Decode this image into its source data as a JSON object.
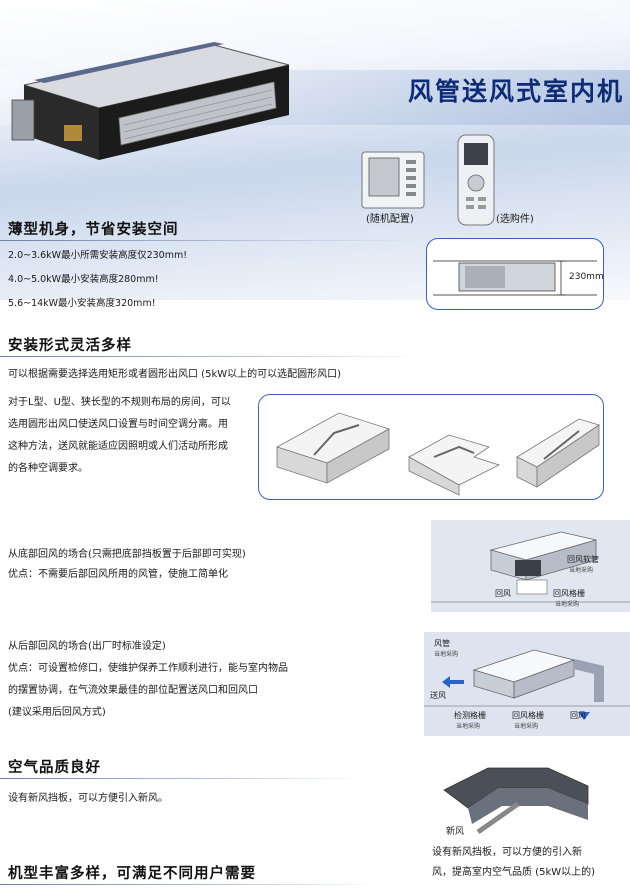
{
  "header": {
    "title": "风管送风式室内机"
  },
  "controllers": {
    "wired_caption": "(随机配置)",
    "remote_caption": "(选购件)"
  },
  "section_thin": {
    "heading": "薄型机身，节省安装空间",
    "lines": [
      "2.0~3.6kW最小所需安装高度仅230mm!",
      "4.0~5.0kW最小安装高度280mm!",
      "5.6~14kW最小安装高度320mm!"
    ],
    "dim_label": "230mm"
  },
  "section_install": {
    "heading": "安装形式灵活多样",
    "intro": "可以根据需要选择选用矩形或者圆形出风口 (5kW以上的可以选配圆形风口)",
    "para": [
      "对于L型、U型、狭长型的不规则布局的房间，可以",
      "选用圆形出风口使送风口设置与时间空调分离。用",
      "这种方法，送风就能适应因照明或人们活动所形成",
      "的各种空调要求。"
    ]
  },
  "bottom_return": {
    "line1": "从底部回风的场合(只需把底部挡板置于后部即可实现)",
    "line2": "优点：不需要后部回风所用的风管，使施工简单化",
    "fig_labels": {
      "soft_duct": "回风软管",
      "soft_duct_sub": "当地采购",
      "return_air": "回风",
      "grille": "回风格栅",
      "grille_sub": "当地采购"
    }
  },
  "rear_return": {
    "line1": "从后部回风的场合(出厂时标准设定)",
    "line2": "优点：可设置检修口，使维护保养工作顺利进行，能与室内物品",
    "line3": "的摆置协调，在气流效果最佳的部位配置送风口和回风口",
    "line4": "(建议采用后回风方式)",
    "fig_labels": {
      "duct": "风管",
      "duct_sub": "当地采购",
      "supply_air": "送风",
      "inspection_grille": "检测格栅",
      "inspection_sub": "当地采购",
      "return_grille": "回风格栅",
      "return_grille_sub": "当地采购",
      "return_air": "回风"
    }
  },
  "section_air": {
    "heading": "空气品质良好",
    "text": "设有新风挡板，可以方便引入新风。",
    "fig_label": "新风",
    "caption_line1": "设有新风挡板，可以方便的引入新",
    "caption_line2": "风，提高室内空气品质 (5kW以上的)"
  },
  "section_models": {
    "heading": "机型丰富多样，可满足不同用户需要"
  },
  "colors": {
    "title": "#0e2c76",
    "panel_border": "#3a5fc2",
    "arrow": "#2f62c8"
  }
}
